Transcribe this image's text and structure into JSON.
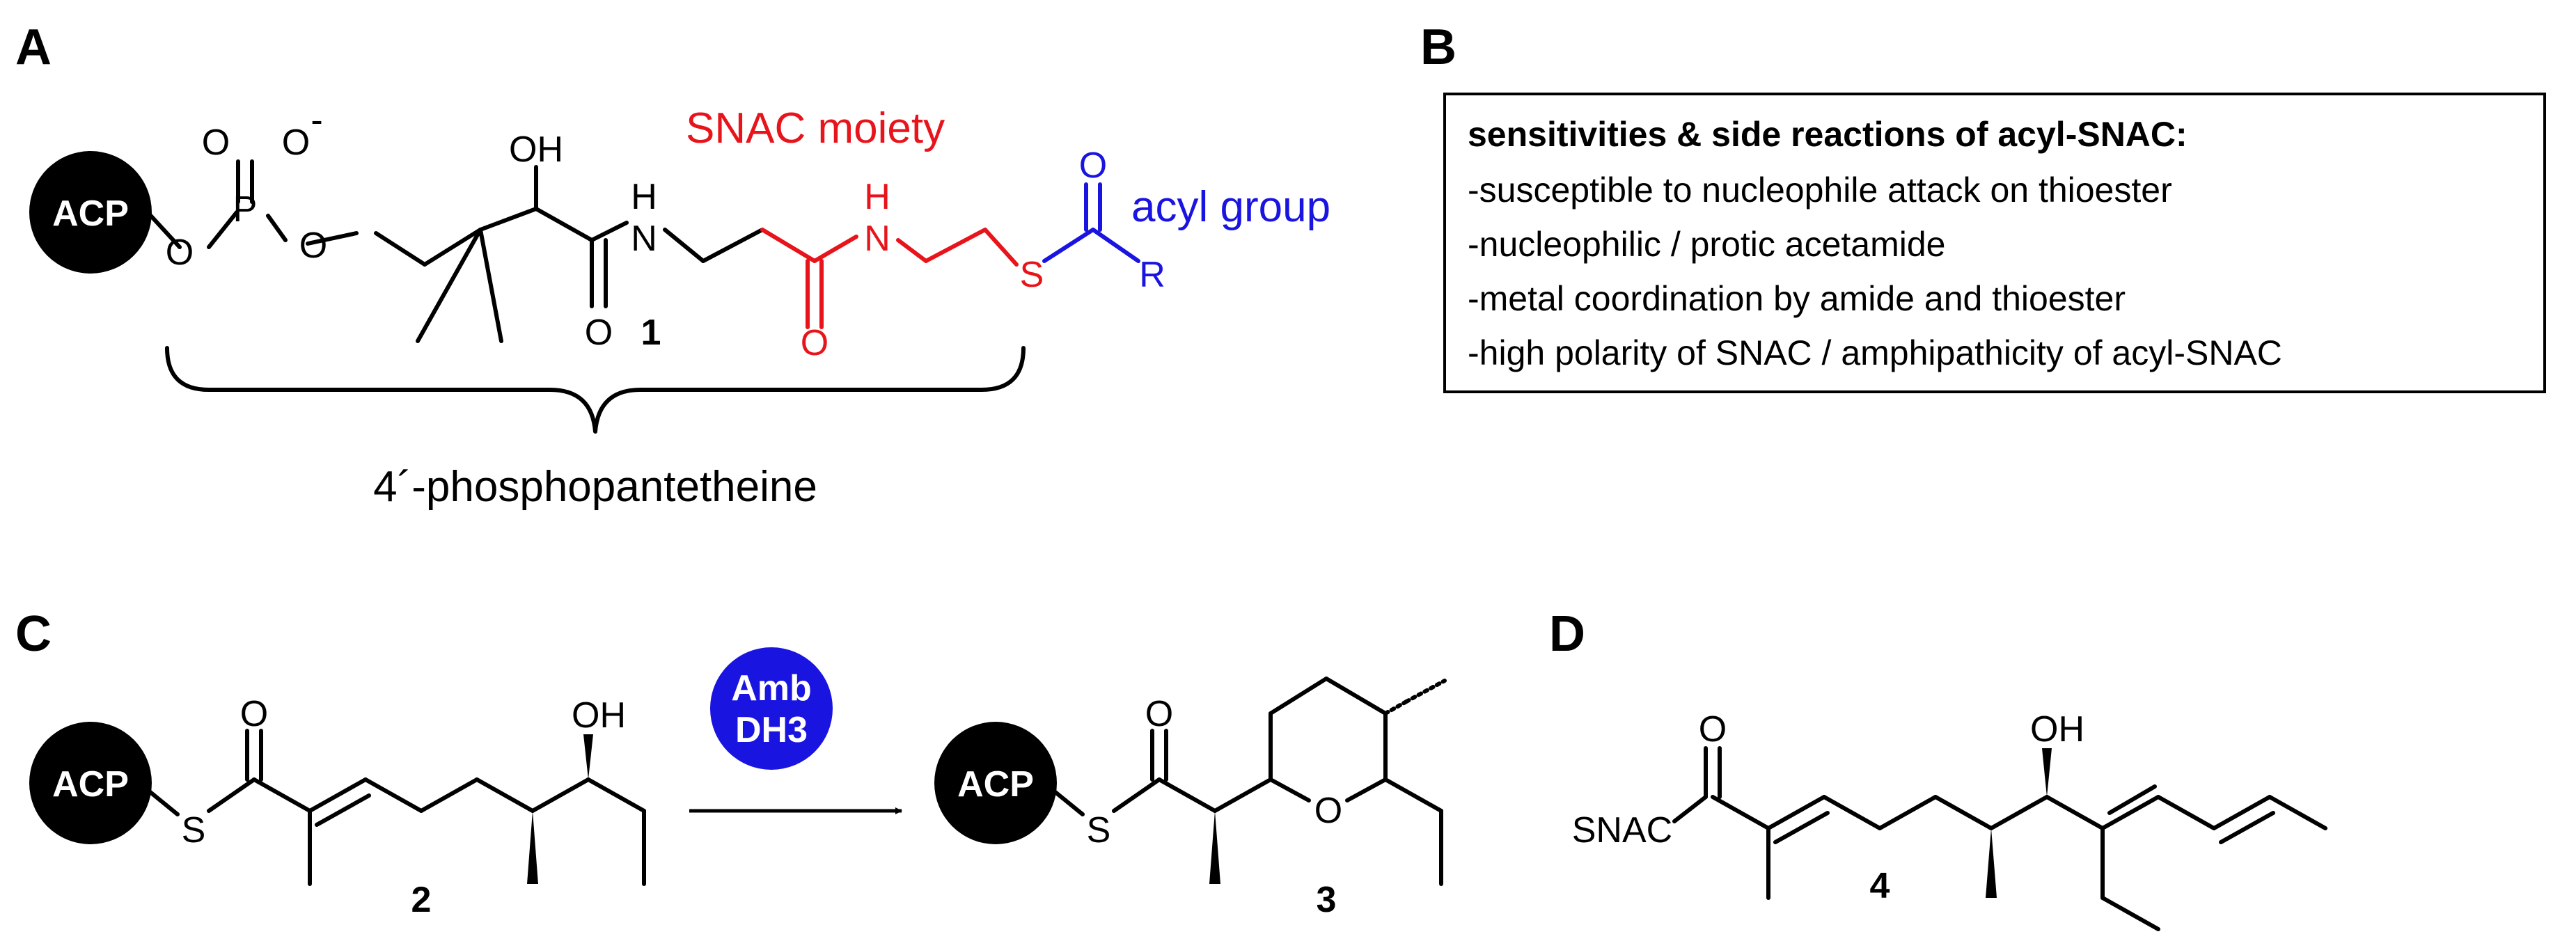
{
  "panels": {
    "a": "A",
    "b": "B",
    "c": "C",
    "d": "D"
  },
  "colors": {
    "snac": "#e8141b",
    "acyl": "#1a14e0",
    "badge_blue": "#1a14e0",
    "black": "#000000"
  },
  "panel_a": {
    "acp": "ACP",
    "snac_label": "SNAC moiety",
    "acyl_label": "acyl group",
    "compound": "1",
    "brace_label": "4´-phosphopantetheine",
    "atoms": {
      "o": "O",
      "o_minus": "O",
      "minus": "-",
      "p": "P",
      "oh": "OH",
      "h": "H",
      "n": "N",
      "s": "S",
      "r": "R"
    }
  },
  "panel_b": {
    "heading": "sensitivities & side reactions of acyl-SNAC:",
    "items": [
      "-susceptible to nucleophile attack on thioester",
      "-nucleophilic / protic acetamide",
      "-metal coordination by amide and thioester",
      "-high polarity of SNAC / amphipathicity of acyl-SNAC"
    ]
  },
  "panel_c": {
    "acp": "ACP",
    "enzyme_line1": "Amb",
    "enzyme_line2": "DH3",
    "compound_start": "2",
    "compound_product": "3",
    "atoms": {
      "o": "O",
      "s": "S",
      "oh": "OH"
    }
  },
  "panel_d": {
    "snac": "SNAC",
    "compound": "4",
    "atoms": {
      "o": "O",
      "oh": "OH"
    }
  }
}
